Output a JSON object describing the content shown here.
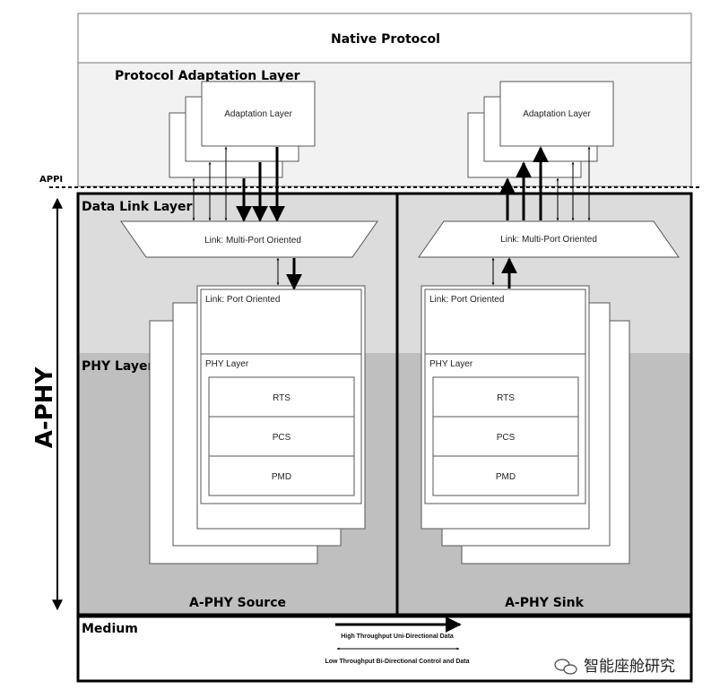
{
  "layers": {
    "native_protocol": "Native Protocol",
    "protocol_adaptation": "Protocol Adaptation Layer",
    "appi": "APPI",
    "data_link": "Data Link Layer",
    "phy": "PHY Layer",
    "medium": "Medium",
    "a_phy": "A-PHY"
  },
  "source": {
    "adaptation": "Adaptation Layer",
    "link_multi": "Link: Multi-Port Oriented",
    "link_port": "Link: Port Oriented",
    "phy_layer": "PHY Layer",
    "sublayers": [
      "RTS",
      "PCS",
      "PMD"
    ],
    "label": "A-PHY Source"
  },
  "sink": {
    "adaptation": "Adaptation Layer",
    "link_multi": "Link: Multi-Port Oriented",
    "link_port": "Link: Port Oriented",
    "phy_layer": "PHY Layer",
    "sublayers": [
      "RTS",
      "PCS",
      "PMD"
    ],
    "label": "A-PHY Sink"
  },
  "legend": {
    "high": "High Throughput Uni-Directional Data",
    "low": "Low Throughput Bi-Directional Control and Data"
  },
  "watermark": "智能座舱研究"
}
